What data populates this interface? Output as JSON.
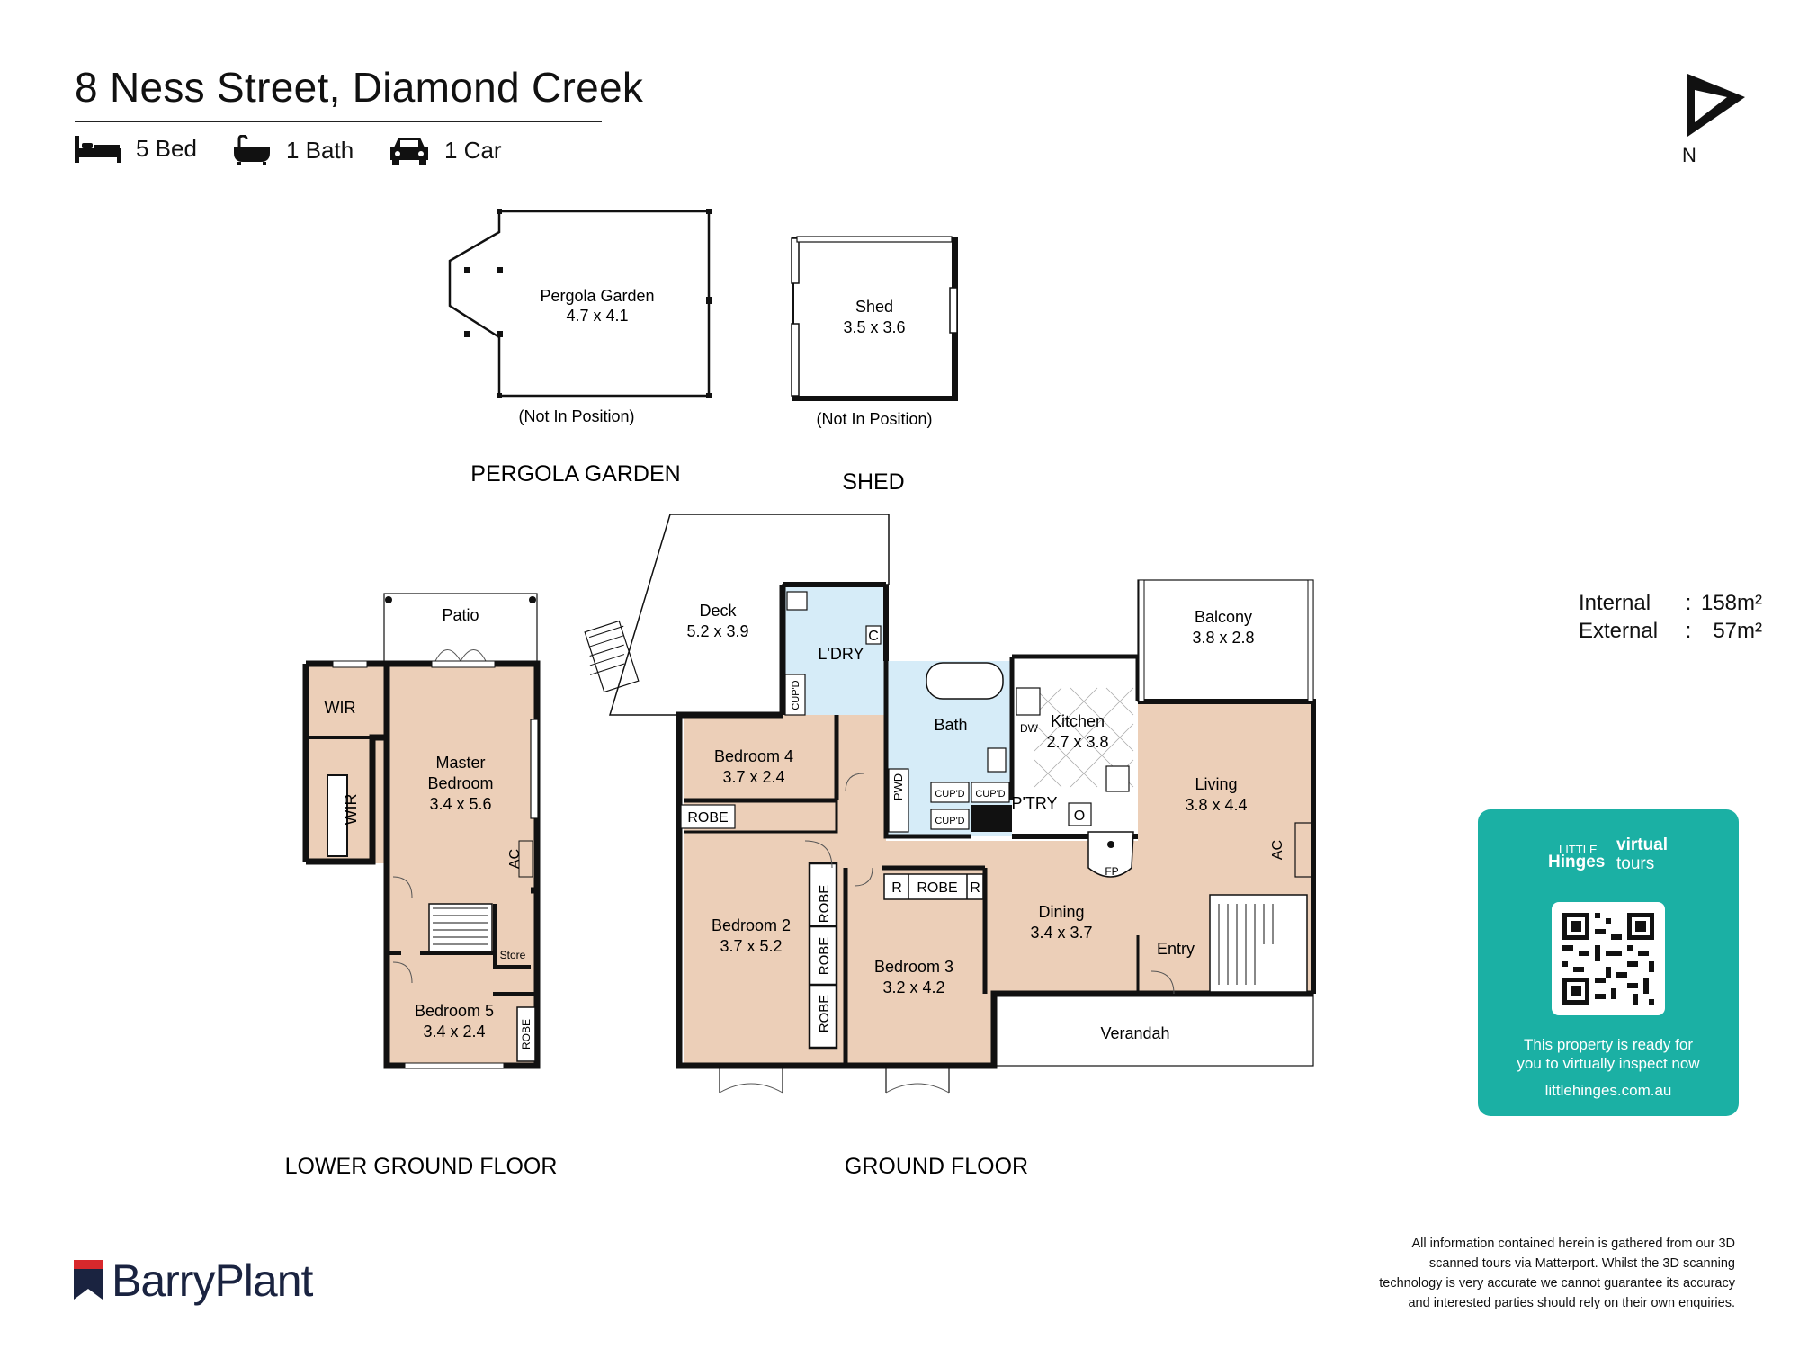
{
  "header": {
    "title": "8 Ness Street, Diamond Creek",
    "beds": "5 Bed",
    "baths": "1 Bath",
    "cars": "1 Car"
  },
  "compass": {
    "label": "N"
  },
  "areas": {
    "internal_label": "Internal",
    "internal_value": "158m²",
    "external_label": "External",
    "external_value": "57m²",
    "separator": ":"
  },
  "pergola": {
    "name": "Pergola Garden",
    "size": "4.7 x 4.1",
    "note": "(Not In Position)",
    "heading": "PERGOLA GARDEN"
  },
  "shed": {
    "name": "Shed",
    "size": "3.5 x 3.6",
    "note": "(Not In Position)",
    "heading": "SHED"
  },
  "lower_ground": {
    "heading": "LOWER GROUND FLOOR",
    "patio": "Patio",
    "wir": "WIR",
    "master_l1": "Master",
    "master_l2": "Bedroom",
    "master_size": "3.4 x 5.6",
    "ac": "AC",
    "store": "Store",
    "bed5": "Bedroom 5",
    "bed5_size": "3.4 x 2.4",
    "robe": "ROBE"
  },
  "ground": {
    "heading": "GROUND FLOOR",
    "deck": "Deck",
    "deck_size": "5.2 x 3.9",
    "laundry": "L'DRY",
    "c": "C",
    "cupd": "CUP'D",
    "bath": "Bath",
    "pwd": "PWD",
    "dw": "DW",
    "kitchen": "Kitchen",
    "kitchen_size": "2.7 x 3.8",
    "ptry": "P'TRY",
    "o": "O",
    "balcony": "Balcony",
    "balcony_size": "3.8 x 2.8",
    "living": "Living",
    "living_size": "3.8 x 4.4",
    "fp": "FP",
    "ac": "AC",
    "bed4": "Bedroom 4",
    "bed4_size": "3.7 x 2.4",
    "robe": "ROBE",
    "r": "R",
    "bed2": "Bedroom 2",
    "bed2_size": "3.7 x 5.2",
    "bed3": "Bedroom 3",
    "bed3_size": "3.2 x 4.2",
    "dining": "Dining",
    "dining_size": "3.4 x 3.7",
    "entry": "Entry",
    "verandah": "Verandah"
  },
  "promo": {
    "brand_small": "LITTLE",
    "brand": "Hinges",
    "virtual": "virtual",
    "tours": "tours",
    "msg_line1": "This property is ready for",
    "msg_line2": "you to virtually inspect now",
    "url": "littlehinges.com.au"
  },
  "disclaimer": {
    "l1": "All information contained herein is gathered from our 3D",
    "l2": "scanned tours via Matterport. Whilst the 3D scanning",
    "l3": "technology is very accurate we cannot guarantee its accuracy",
    "l4": "and interested parties should rely on their own enquiries."
  },
  "logo": {
    "text": "BarryPlant"
  },
  "colors": {
    "floor": "#eccfb8",
    "wet": "#d6ecf8",
    "wall": "#111111",
    "teal": "#1bb0a4",
    "brand_red": "#d8282c",
    "brand_navy": "#1a2340"
  }
}
